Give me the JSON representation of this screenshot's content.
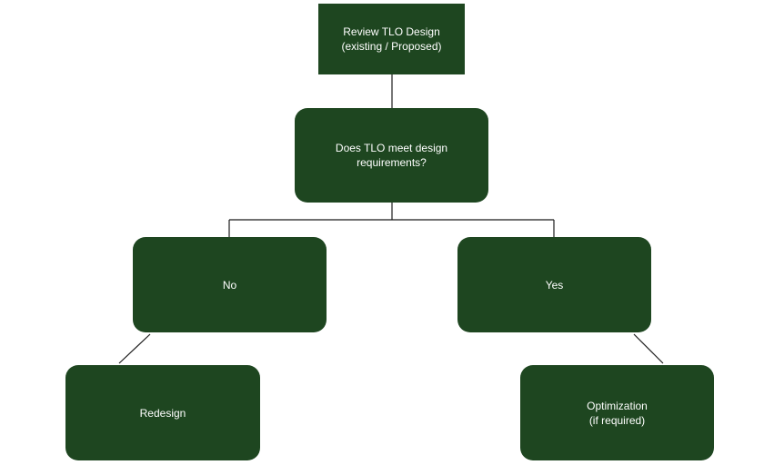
{
  "nodes": {
    "review": {
      "line1": "Review TLO Design",
      "line2": "(existing / Proposed)"
    },
    "decision": {
      "line1": "Does TLO meet design",
      "line2": "requirements?"
    },
    "no": {
      "label": "No"
    },
    "yes": {
      "label": "Yes"
    },
    "redesign": {
      "label": "Redesign"
    },
    "optimization": {
      "line1": "Optimization",
      "line2": "(if required)"
    }
  },
  "colors": {
    "node_fill": "#1e4620",
    "node_text": "#ffffff",
    "connector": "#1a1a1a"
  }
}
